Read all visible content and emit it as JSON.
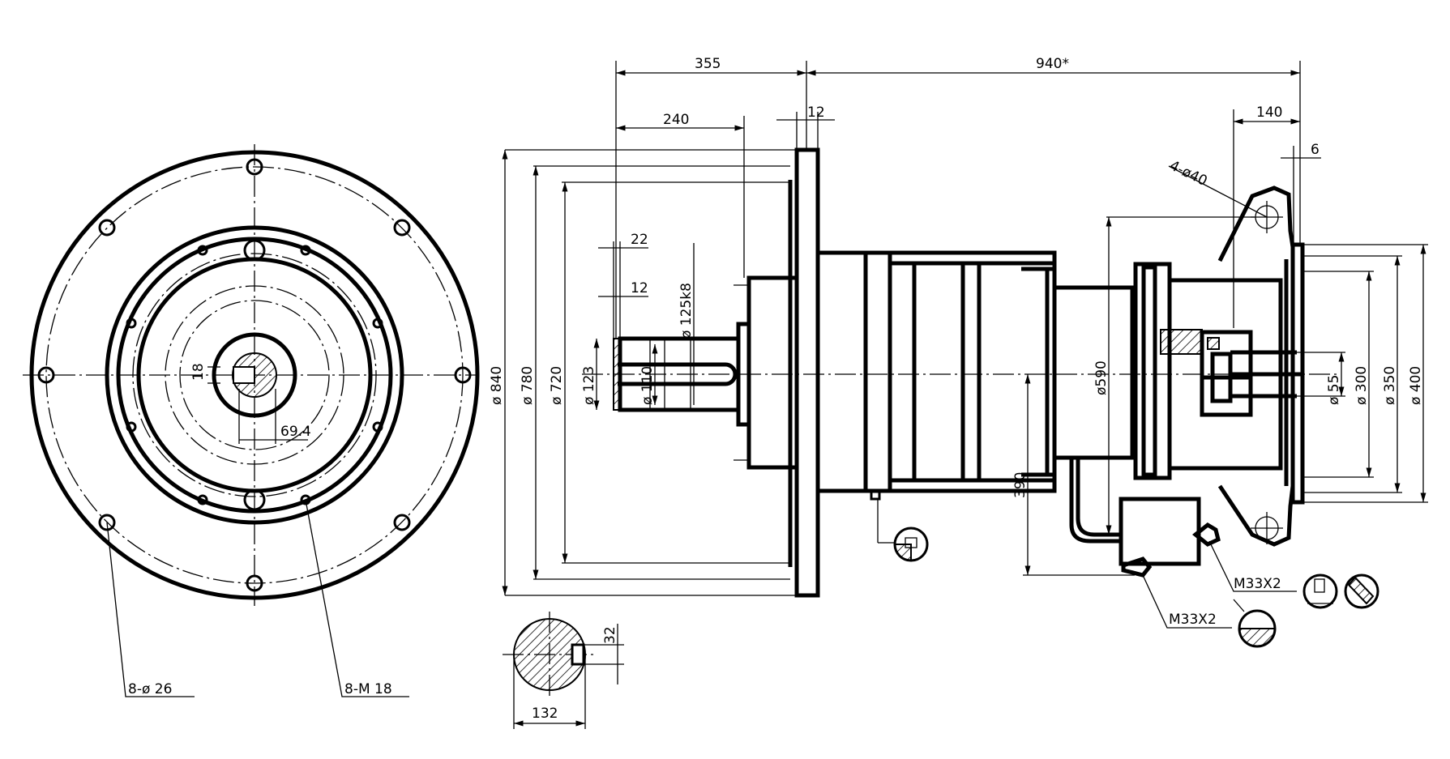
{
  "drawing": {
    "front_view": {
      "dim_keyway": "18",
      "dim_keyway_offset": "69.4",
      "holes_label": "8-ø 26",
      "threads_label": "8-M 18"
    },
    "side_view": {
      "dim_355": "355",
      "dim_940": "940*",
      "dim_240": "240",
      "dim_12_top": "12",
      "dim_22": "22",
      "dim_12_shaft": "12",
      "dim_140": "140",
      "dim_6": "6",
      "holes_4": "4-ø40",
      "dia_840": "ø 840",
      "dia_780": "ø 780",
      "dia_720": "ø 720",
      "dia_123": "ø 123",
      "dia_110": "ø 110",
      "dia_125k8": "ø 125k8",
      "dia_590": "ø590",
      "dim_390": "390",
      "dia_55": "ø 55",
      "dia_300": "ø 300",
      "dia_350": "ø 350",
      "dia_400": "ø 400",
      "thread_1": "M33X2",
      "thread_2": "M33X2"
    },
    "shaft_section": {
      "dim_32": "32",
      "dim_132": "132"
    }
  }
}
